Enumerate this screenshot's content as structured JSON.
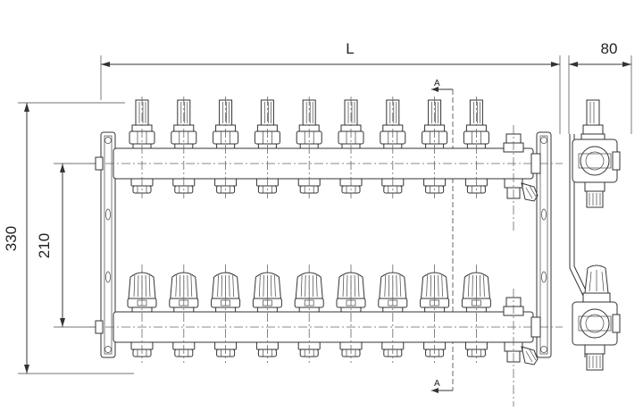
{
  "dimensions": {
    "length_label": "L",
    "depth_label": "80",
    "height_total_label": "330",
    "height_axis_label": "210"
  },
  "section": {
    "marker_top": "A",
    "marker_bottom": "A"
  },
  "manifold": {
    "top_outlets": 9,
    "bottom_outlets": 9,
    "top_valve_type": "flow-meter",
    "bottom_valve_type": "thermostatic-cap"
  }
}
